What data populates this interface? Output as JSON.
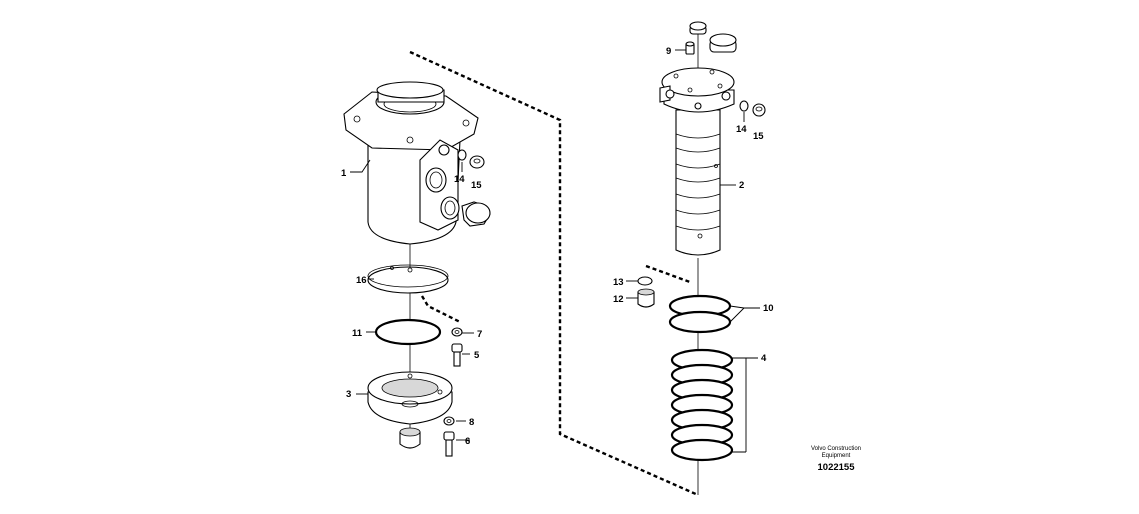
{
  "diagram": {
    "callouts": [
      {
        "id": "1",
        "text": "1"
      },
      {
        "id": "2",
        "text": "2"
      },
      {
        "id": "3",
        "text": "3"
      },
      {
        "id": "4",
        "text": "4"
      },
      {
        "id": "5",
        "text": "5"
      },
      {
        "id": "6",
        "text": "6"
      },
      {
        "id": "7",
        "text": "7"
      },
      {
        "id": "8",
        "text": "8"
      },
      {
        "id": "9",
        "text": "9"
      },
      {
        "id": "10",
        "text": "10"
      },
      {
        "id": "11",
        "text": "11"
      },
      {
        "id": "12",
        "text": "12"
      },
      {
        "id": "13",
        "text": "13"
      },
      {
        "id": "14a",
        "text": "14"
      },
      {
        "id": "15a",
        "text": "15"
      },
      {
        "id": "14b",
        "text": "14"
      },
      {
        "id": "15b",
        "text": "15"
      },
      {
        "id": "16",
        "text": "16"
      }
    ]
  },
  "footer": {
    "brand": "Volvo Construction Equipment",
    "figure_number": "1022155"
  }
}
